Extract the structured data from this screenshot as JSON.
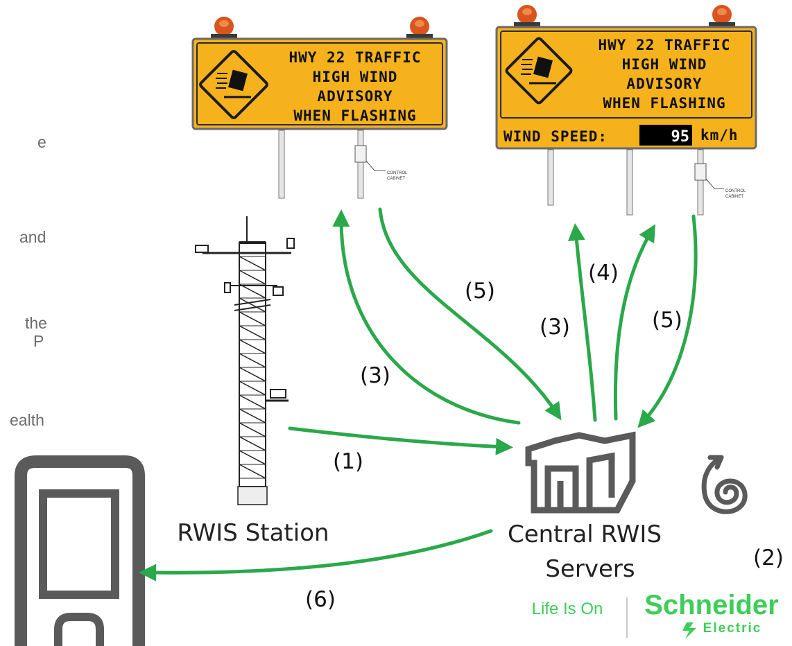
{
  "side_text": {
    "fragments": [
      "e",
      "and",
      "the",
      "P",
      "ealth"
    ]
  },
  "sign_left": {
    "lines": [
      "HWY 22 TRAFFIC",
      "HIGH WIND",
      "ADVISORY",
      "WHEN FLASHING"
    ],
    "cabinet_label": [
      "CONTROL",
      "CABINET"
    ],
    "color": "#f5b21c"
  },
  "sign_right": {
    "lines": [
      "HWY 22 TRAFFIC",
      "HIGH WIND",
      "ADVISORY",
      "WHEN FLASHING"
    ],
    "wind_label": "WIND SPEED:",
    "wind_value": "95",
    "wind_unit": "km/h",
    "cabinet_label": [
      "CONTROL",
      "CABINET"
    ],
    "color": "#f5b21c"
  },
  "steps": {
    "s1": "(1)",
    "s2": "(2)",
    "s3a": "(3)",
    "s3b": "(3)",
    "s4": "(4)",
    "s5a": "(5)",
    "s5b": "(5)",
    "s6": "(6)"
  },
  "captions": {
    "station": "RWIS Station",
    "servers_line1": "Central RWIS",
    "servers_line2": "Servers"
  },
  "brand": {
    "tagline": "Life Is On",
    "name": "Schneider",
    "sub": "Electric"
  },
  "colors": {
    "arrow": "#2aa84a",
    "sign": "#f5b21c",
    "icon": "#5a5a5a",
    "brand": "#3dcd58"
  }
}
